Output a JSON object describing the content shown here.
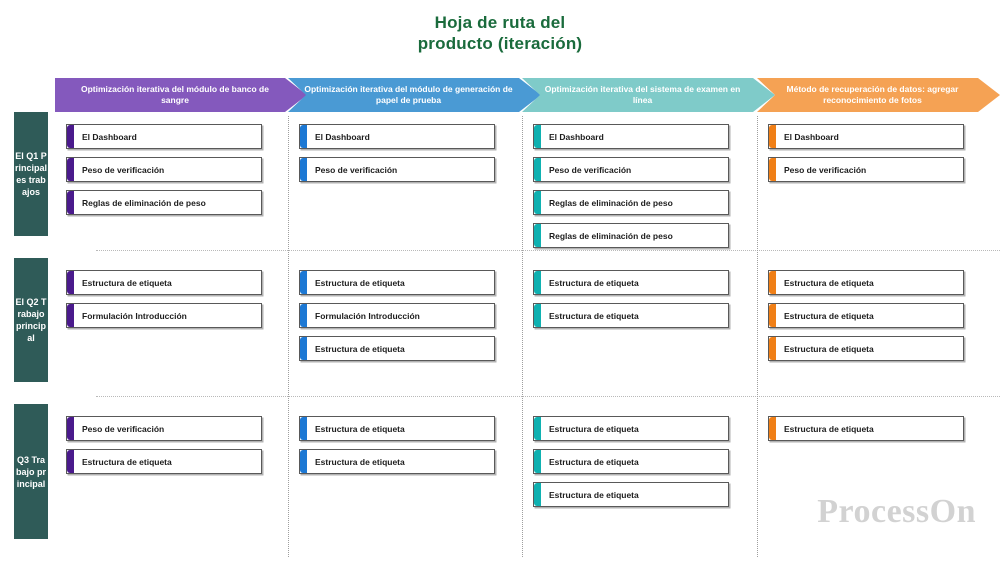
{
  "title": {
    "line1": "Hoja de ruta del",
    "line2": "producto (iteración)",
    "color": "#1a6b3c"
  },
  "watermark": {
    "text": "ProcessOn"
  },
  "columns": [
    {
      "label": "Optimización iterativa del módulo de banco de sangre",
      "header_color": "#8459BD",
      "accent": "#4A1A8C"
    },
    {
      "label": "Optimización iterativa del módulo de generación de papel de prueba",
      "header_color": "#4A9AD4",
      "accent": "#1C78D4"
    },
    {
      "label": "Optimización iterativa del sistema de examen en línea",
      "header_color": "#7FCBC9",
      "accent": "#0FB1B1"
    },
    {
      "label": "Método de recuperación de datos: agregar reconocimiento de fotos",
      "header_color": "#F5A254",
      "accent": "#F07F16"
    }
  ],
  "rows": [
    {
      "label": "El Q1 Principales trabajos",
      "cells": [
        [
          "El Dashboard",
          "Peso de verificación",
          "Reglas de eliminación de peso"
        ],
        [
          "El Dashboard",
          "Peso de verificación"
        ],
        [
          "El Dashboard",
          "Peso de verificación",
          "Reglas de eliminación de peso",
          "Reglas de eliminación de peso"
        ],
        [
          "El Dashboard",
          "Peso de verificación"
        ]
      ]
    },
    {
      "label": "El Q2 Trabajo principal",
      "cells": [
        [
          "Estructura de etiqueta",
          "Formulación Introducción"
        ],
        [
          "Estructura de etiqueta",
          "Formulación Introducción",
          "Estructura de etiqueta"
        ],
        [
          "Estructura de etiqueta",
          "Estructura de etiqueta"
        ],
        [
          "Estructura de etiqueta",
          "Estructura de etiqueta",
          "Estructura de etiqueta"
        ]
      ]
    },
    {
      "label": "Q3 Trabajo principal",
      "cells": [
        [
          "Peso de verificación",
          "Estructura de etiqueta"
        ],
        [
          "Estructura de etiqueta",
          "Estructura de etiqueta"
        ],
        [
          "Estructura de etiqueta",
          "Estructura de etiqueta",
          "Estructura de etiqueta"
        ],
        [
          "Estructura de etiqueta"
        ]
      ]
    }
  ],
  "sidebar_color": "#2f5b58"
}
